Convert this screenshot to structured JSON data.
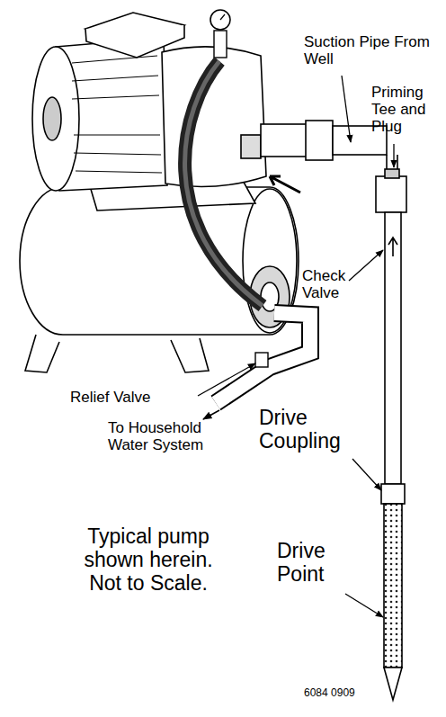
{
  "diagram": {
    "labels": [
      "Suction Pipe From Well",
      "Priming Tee and Plug",
      "Check Valve",
      "Relief Valve",
      "To Household Water System",
      "Drive Coupling",
      "Drive Point",
      "Typical pump shown herein. Not to Scale.",
      "6084 0909"
    ]
  }
}
